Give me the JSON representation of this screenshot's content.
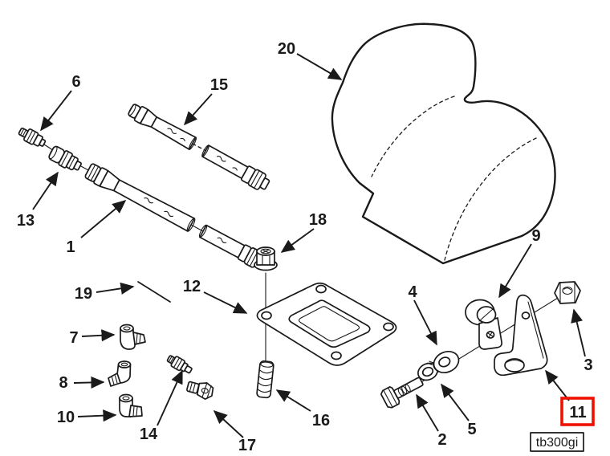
{
  "figure": {
    "type": "exploded-parts-diagram",
    "code_label": "tb300gi",
    "highlighted_callout": "11"
  },
  "colors": {
    "ink": "#1a1a1a",
    "paper": "#ffffff",
    "highlight": "#ee1100"
  },
  "callouts": [
    {
      "label": "1"
    },
    {
      "label": "2"
    },
    {
      "label": "3"
    },
    {
      "label": "4"
    },
    {
      "label": "5"
    },
    {
      "label": "6"
    },
    {
      "label": "7"
    },
    {
      "label": "8"
    },
    {
      "label": "9"
    },
    {
      "label": "10"
    },
    {
      "label": "11"
    },
    {
      "label": "12"
    },
    {
      "label": "13"
    },
    {
      "label": "14"
    },
    {
      "label": "15"
    },
    {
      "label": "16"
    },
    {
      "label": "17"
    },
    {
      "label": "18"
    },
    {
      "label": "19"
    },
    {
      "label": "20"
    }
  ]
}
